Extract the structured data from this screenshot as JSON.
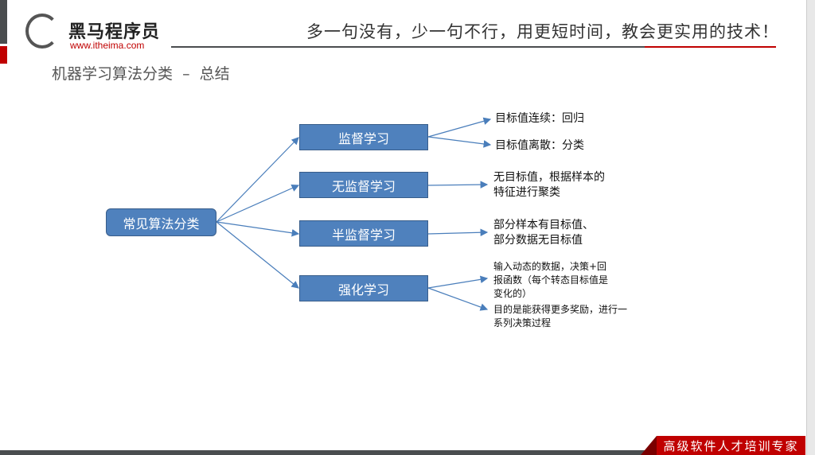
{
  "header": {
    "brand": "黑马程序员",
    "url": "www.itheima.com",
    "slogan": "多一句没有，少一句不行，用更短时间，教会更实用的技术！"
  },
  "slide": {
    "title": "机器学习算法分类  –  总结"
  },
  "diagram": {
    "root": "常见算法分类",
    "branches": [
      {
        "label": "监督学习",
        "notes": [
          "目标值连续：回归",
          "目标值离散：分类"
        ]
      },
      {
        "label": "无监督学习",
        "notes": [
          "无目标值，根据样本的\n特征进行聚类"
        ]
      },
      {
        "label": "半监督学习",
        "notes": [
          "部分样本有目标值、\n部分数据无目标值"
        ]
      },
      {
        "label": "强化学习",
        "notes": [
          "输入动态的数据，决策+回\n报函数（每个转态目标值是\n变化的）",
          "目的是能获得更多奖励，进行一\n系列决策过程"
        ]
      }
    ],
    "colors": {
      "box": "#4f81bd",
      "arrow": "#4a7ebb"
    }
  },
  "footer": {
    "tagline": "高级软件人才培训专家"
  }
}
